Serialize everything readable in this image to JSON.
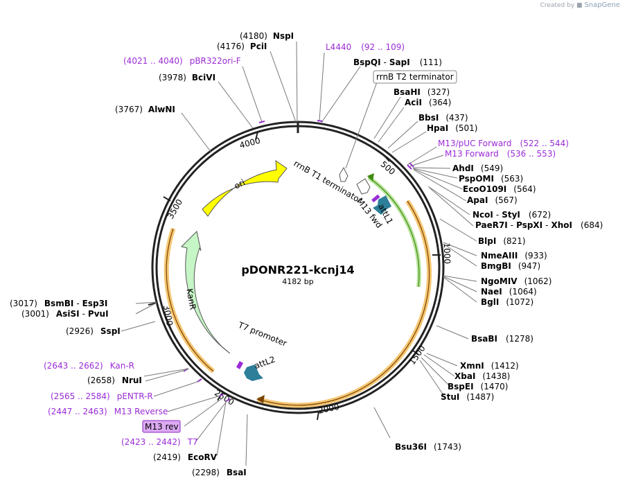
{
  "watermark": {
    "prefix": "Created by",
    "brand": "SnapGene"
  },
  "plasmid": {
    "name": "pDONR221-kcnj14",
    "size": "4182 bp"
  },
  "ticks": [
    "500",
    "1000",
    "1500",
    "2000",
    "2500",
    "3000",
    "3500",
    "4000"
  ],
  "restriction_sites": [
    {
      "name": "NspI",
      "pos": "(4180)"
    },
    {
      "name": "PciI",
      "pos": "(4176)"
    },
    {
      "name": "BciVI",
      "pos": "(3978)"
    },
    {
      "name": "AlwNI",
      "pos": "(3767)"
    },
    {
      "name": "BspQI",
      "name2": "SapI",
      "pos": "(111)"
    },
    {
      "name": "BsaHI",
      "pos": "(327)"
    },
    {
      "name": "AciI",
      "pos": "(364)"
    },
    {
      "name": "BbsI",
      "pos": "(437)"
    },
    {
      "name": "HpaI",
      "pos": "(501)"
    },
    {
      "name": "AhdI",
      "pos": "(549)"
    },
    {
      "name": "PspOMI",
      "pos": "(563)"
    },
    {
      "name": "EcoO109I",
      "pos": "(564)"
    },
    {
      "name": "ApaI",
      "pos": "(567)"
    },
    {
      "name": "NcoI",
      "name2": "StyI",
      "pos": "(672)"
    },
    {
      "name": "PaeR7I",
      "name2": "PspXI",
      "name3": "XhoI",
      "pos": "(684)"
    },
    {
      "name": "BlpI",
      "pos": "(821)"
    },
    {
      "name": "NmeAIII",
      "pos": "(933)"
    },
    {
      "name": "BmgBI",
      "pos": "(947)"
    },
    {
      "name": "NgoMIV",
      "pos": "(1062)"
    },
    {
      "name": "NaeI",
      "pos": "(1064)"
    },
    {
      "name": "BglI",
      "pos": "(1072)"
    },
    {
      "name": "BsaBI",
      "pos": "(1278)"
    },
    {
      "name": "XmnI",
      "pos": "(1412)"
    },
    {
      "name": "XbaI",
      "pos": "(1438)"
    },
    {
      "name": "BspEI",
      "pos": "(1470)"
    },
    {
      "name": "StuI",
      "pos": "(1487)"
    },
    {
      "name": "Bsu36I",
      "pos": "(1743)"
    },
    {
      "name": "BsaI",
      "pos": "(2298)"
    },
    {
      "name": "EcoRV",
      "pos": "(2419)"
    },
    {
      "name": "NruI",
      "pos": "(2658)"
    },
    {
      "name": "SspI",
      "pos": "(2926)"
    },
    {
      "name": "AsiSI",
      "name2": "PvuI",
      "pos": "(3001)"
    },
    {
      "name": "BsmBI",
      "name2": "Esp3I",
      "pos": "(3017)"
    }
  ],
  "primer_labels": [
    {
      "name": "pBR322ori-F",
      "range": "(4021 .. 4040)"
    },
    {
      "name": "L4440",
      "range": "(92 .. 109)"
    },
    {
      "name": "M13/pUC Forward",
      "range": "(522 .. 544)"
    },
    {
      "name": "M13 Forward",
      "range": "(536 .. 553)"
    },
    {
      "name": "Kan-R",
      "range": "(2643 .. 2662)"
    },
    {
      "name": "pENTR-R",
      "range": "(2565 .. 2584)"
    },
    {
      "name": "M13 Reverse",
      "range": "(2447 .. 2463)"
    },
    {
      "name": "T7",
      "range": "(2423 .. 2442)"
    }
  ],
  "boxed_labels": {
    "rrnb_t2": "rrnB T2 terminator",
    "m13_rev": "M13 rev"
  },
  "inner_features": {
    "ori": "ori",
    "kanr": "KanR",
    "rrnb_t1": "rrnB T1 terminator",
    "m13_fwd": "M13 fwd",
    "attl1": "attL1",
    "t7_promoter": "T7 promoter",
    "attl2": "attL2"
  },
  "colors": {
    "backbone": "#222222",
    "primer": "#9a2bd6",
    "ori": "#ffff00",
    "kanr": "#c6f5c6",
    "att": "#2e7f99",
    "insert_orange": "#f0b040",
    "insert_green": "#5fb02a",
    "leader": "#777777"
  }
}
